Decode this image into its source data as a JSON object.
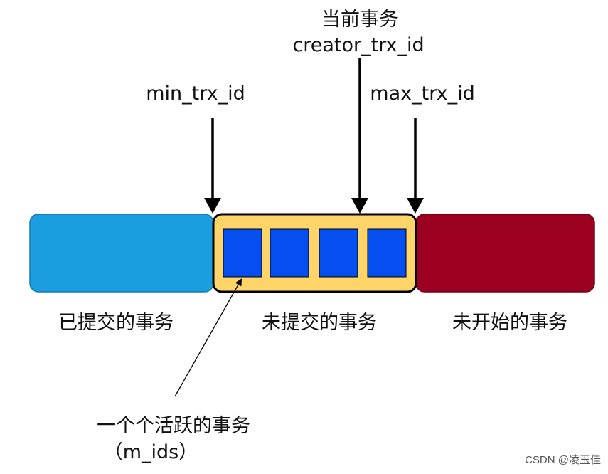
{
  "labels": {
    "current_trx_cn": "当前事务",
    "creator_trx_id": "creator_trx_id",
    "min_trx_id": "min_trx_id",
    "max_trx_id": "max_trx_id",
    "committed": "已提交的事务",
    "uncommitted": "未提交的事务",
    "not_started": "未开始的事务",
    "active_trx": "一个个活跃的事务",
    "m_ids": "（m_ids）"
  },
  "colors": {
    "committed": "#1a9ee0",
    "uncommitted": "#ffd56a",
    "active_box": "#054ef0",
    "not_started": "#9c0021",
    "outline": "#000000"
  },
  "watermark": "CSDN @凌玉佳"
}
